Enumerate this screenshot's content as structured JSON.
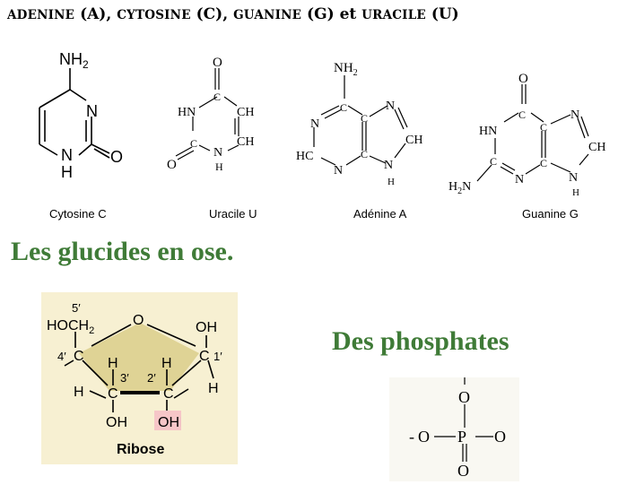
{
  "header": {
    "w1": "ADENINE",
    "p1": "(A),",
    "w2": "CYTOSINE",
    "p2": "(C),",
    "w3": "GUANINE",
    "p3": "(G)",
    "w4": "et",
    "w5": "URACILE",
    "p4": "(U)"
  },
  "bases": {
    "cytosine": {
      "caption": "Cytosine C",
      "nh2": "NH",
      "nh2_sub": "2",
      "n3": "N",
      "o": "O",
      "n1": "N",
      "h": "H"
    },
    "uracil": {
      "caption": "Uracile U",
      "o_top": "O",
      "o_left": "O",
      "hn": "HN",
      "c": "C",
      "ch": "CH",
      "n": "N",
      "h": "H"
    },
    "adenine": {
      "caption": "Adénine A",
      "nh2": "NH",
      "nh2_sub": "2",
      "n": "N",
      "c": "C",
      "ch": "CH",
      "hc": "HC",
      "h": "H"
    },
    "guanine": {
      "caption": "Guanine G",
      "o": "O",
      "hn": "HN",
      "c": "C",
      "n": "N",
      "ch": "CH",
      "h2n": "H",
      "h2n_sub": "2",
      "h2n_end": "N",
      "h": "H"
    }
  },
  "sections": {
    "glucides": "Les glucides en ose.",
    "phosphates": "Des phosphates"
  },
  "ribose": {
    "caption": "Ribose",
    "c5": "5′",
    "hoch2": "HOCH",
    "hoch2_sub": "2",
    "o": "O",
    "oh": "OH",
    "c4": "4′",
    "c": "C",
    "c1": "1′",
    "h": "H",
    "c3": "3′",
    "c2": "2′"
  },
  "phosphate": {
    "o": "O",
    "p": "P",
    "minus": "-"
  },
  "colors": {
    "section_green": "#3f7b37",
    "panel_bg": "#f7f0d2",
    "ring_fill": "#dfd395",
    "oh_highlight": "#f6c6c8"
  }
}
